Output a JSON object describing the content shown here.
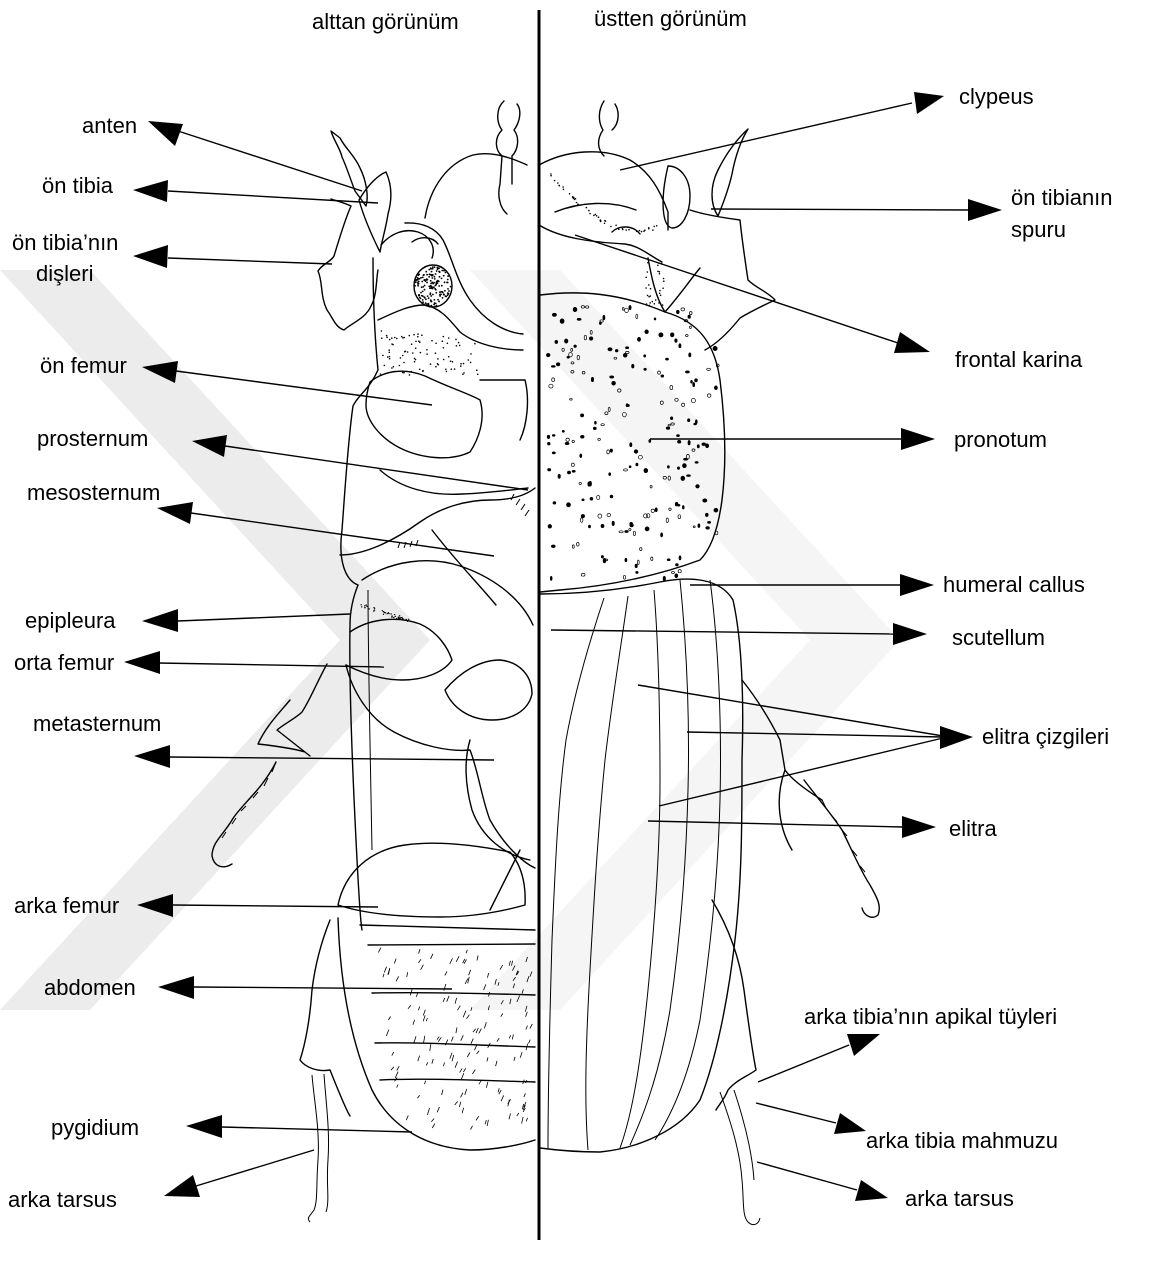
{
  "headers": {
    "left": "alttan görünüm",
    "right": "üstten görünüm"
  },
  "colors": {
    "ink": "#000000",
    "background": "#ffffff",
    "watermark": "#ececec"
  },
  "labels": {
    "anten": "anten",
    "on_tibia": "ön tibia",
    "on_tibia_nin_line1": "ön tibia’nın",
    "on_tibia_nin_line2": "dişleri",
    "on_femur": "ön femur",
    "prosternum": "prosternum",
    "mesosternum": "mesosternum",
    "epipleura": "epipleura",
    "orta_femur": "orta femur",
    "metasternum": "metasternum",
    "arka_femur": "arka femur",
    "abdomen": "abdomen",
    "pygidium": "pygidium",
    "arka_tarsus_left": "arka tarsus",
    "clypeus": "clypeus",
    "on_tibianin_spuru_line1": "ön tibianın",
    "on_tibianin_spuru_line2": "spuru",
    "frontal_karina": "frontal karina",
    "pronotum": "pronotum",
    "humeral_callus": "humeral callus",
    "scutellum": "scutellum",
    "elitra_cizgileri": "elitra çizgileri",
    "elitra": "elitra",
    "arka_tibia_apikal": "arka tibia’nın apikal tüyleri",
    "arka_tibia_mahmuzu": "arka tibia mahmuzu",
    "arka_tarsus_right": "arka tarsus"
  }
}
